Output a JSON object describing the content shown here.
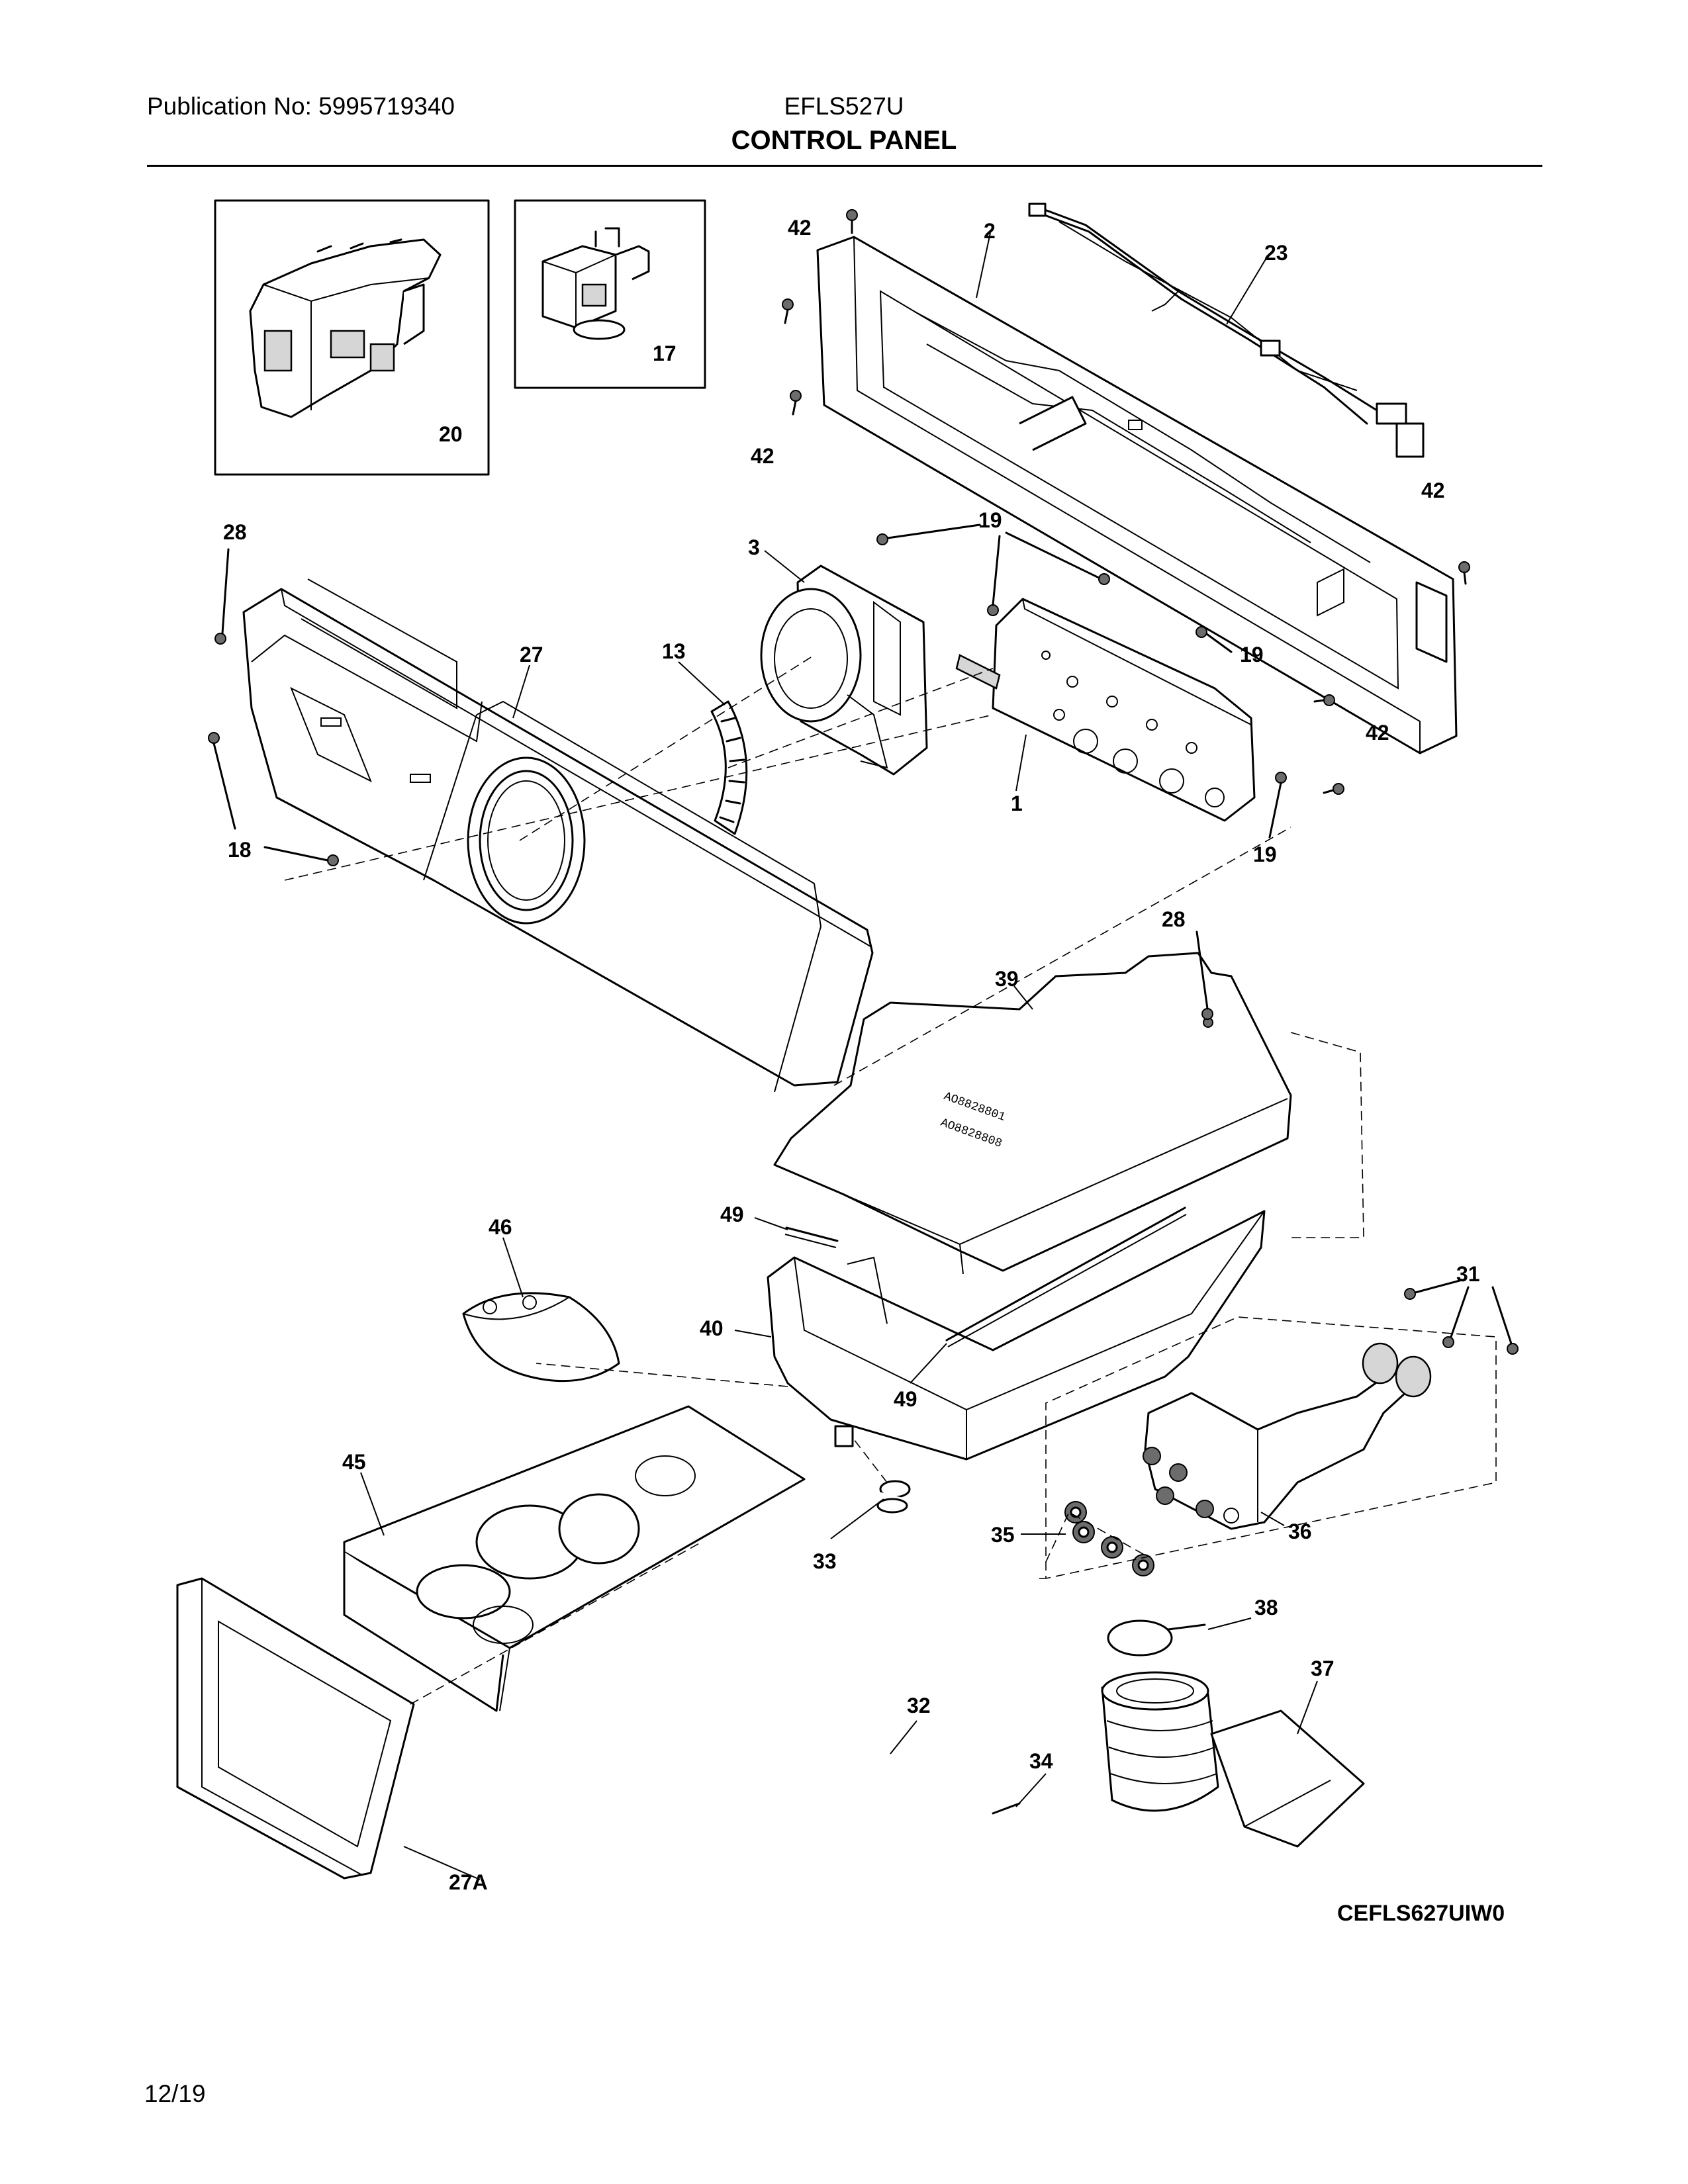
{
  "header": {
    "publication": "Publication No: 5995719340",
    "model": "EFLS527U",
    "title": "CONTROL PANEL"
  },
  "diagram_code": "CEFLS627UIW0",
  "footer": {
    "date": "12/19"
  },
  "callouts": {
    "c1": "1",
    "c2": "2",
    "c3": "3",
    "c13": "13",
    "c17": "17",
    "c18": "18",
    "c19": "19",
    "c20": "20",
    "c23": "23",
    "c27": "27",
    "c27a": "27A",
    "c28": "28",
    "c31": "31",
    "c32": "32",
    "c33": "33",
    "c34": "34",
    "c35": "35",
    "c36": "36",
    "c37": "37",
    "c38": "38",
    "c39": "39",
    "c40": "40",
    "c42": "42",
    "c45": "45",
    "c46": "46",
    "c49": "49"
  }
}
